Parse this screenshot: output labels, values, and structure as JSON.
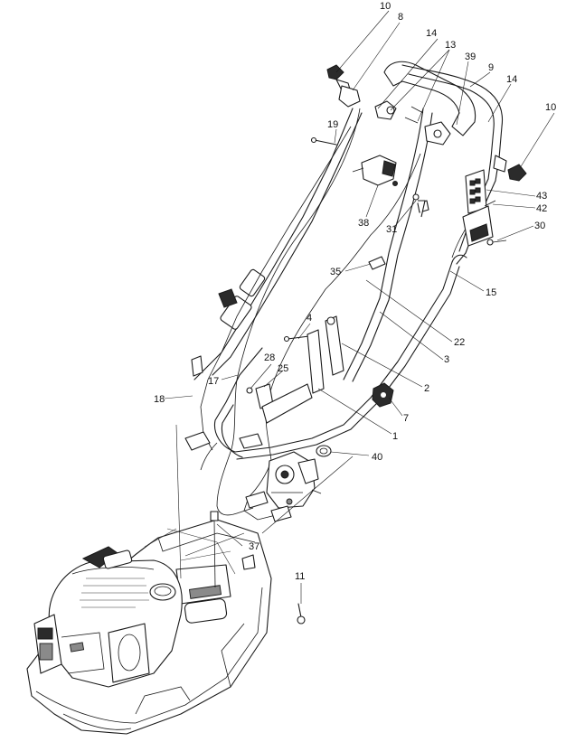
{
  "callouts": [
    {
      "id": "c10a",
      "text": "10"
    },
    {
      "id": "c8",
      "text": "8"
    },
    {
      "id": "c14a",
      "text": "14"
    },
    {
      "id": "c13",
      "text": "13"
    },
    {
      "id": "c39",
      "text": "39"
    },
    {
      "id": "c9",
      "text": "9"
    },
    {
      "id": "c14b",
      "text": "14"
    },
    {
      "id": "c10b",
      "text": "10"
    },
    {
      "id": "c19",
      "text": "19"
    },
    {
      "id": "c43",
      "text": "43"
    },
    {
      "id": "c42",
      "text": "42"
    },
    {
      "id": "c30",
      "text": "30"
    },
    {
      "id": "c38",
      "text": "38"
    },
    {
      "id": "c31",
      "text": "31"
    },
    {
      "id": "c35",
      "text": "35"
    },
    {
      "id": "c15",
      "text": "15"
    },
    {
      "id": "c4",
      "text": "4"
    },
    {
      "id": "c22",
      "text": "22"
    },
    {
      "id": "c3",
      "text": "3"
    },
    {
      "id": "c28",
      "text": "28"
    },
    {
      "id": "c25",
      "text": "25"
    },
    {
      "id": "c17",
      "text": "17"
    },
    {
      "id": "c2",
      "text": "2"
    },
    {
      "id": "c18",
      "text": "18"
    },
    {
      "id": "c7",
      "text": "7"
    },
    {
      "id": "c1",
      "text": "1"
    },
    {
      "id": "c40",
      "text": "40"
    },
    {
      "id": "c37",
      "text": "37"
    },
    {
      "id": "c11",
      "text": "11"
    }
  ]
}
